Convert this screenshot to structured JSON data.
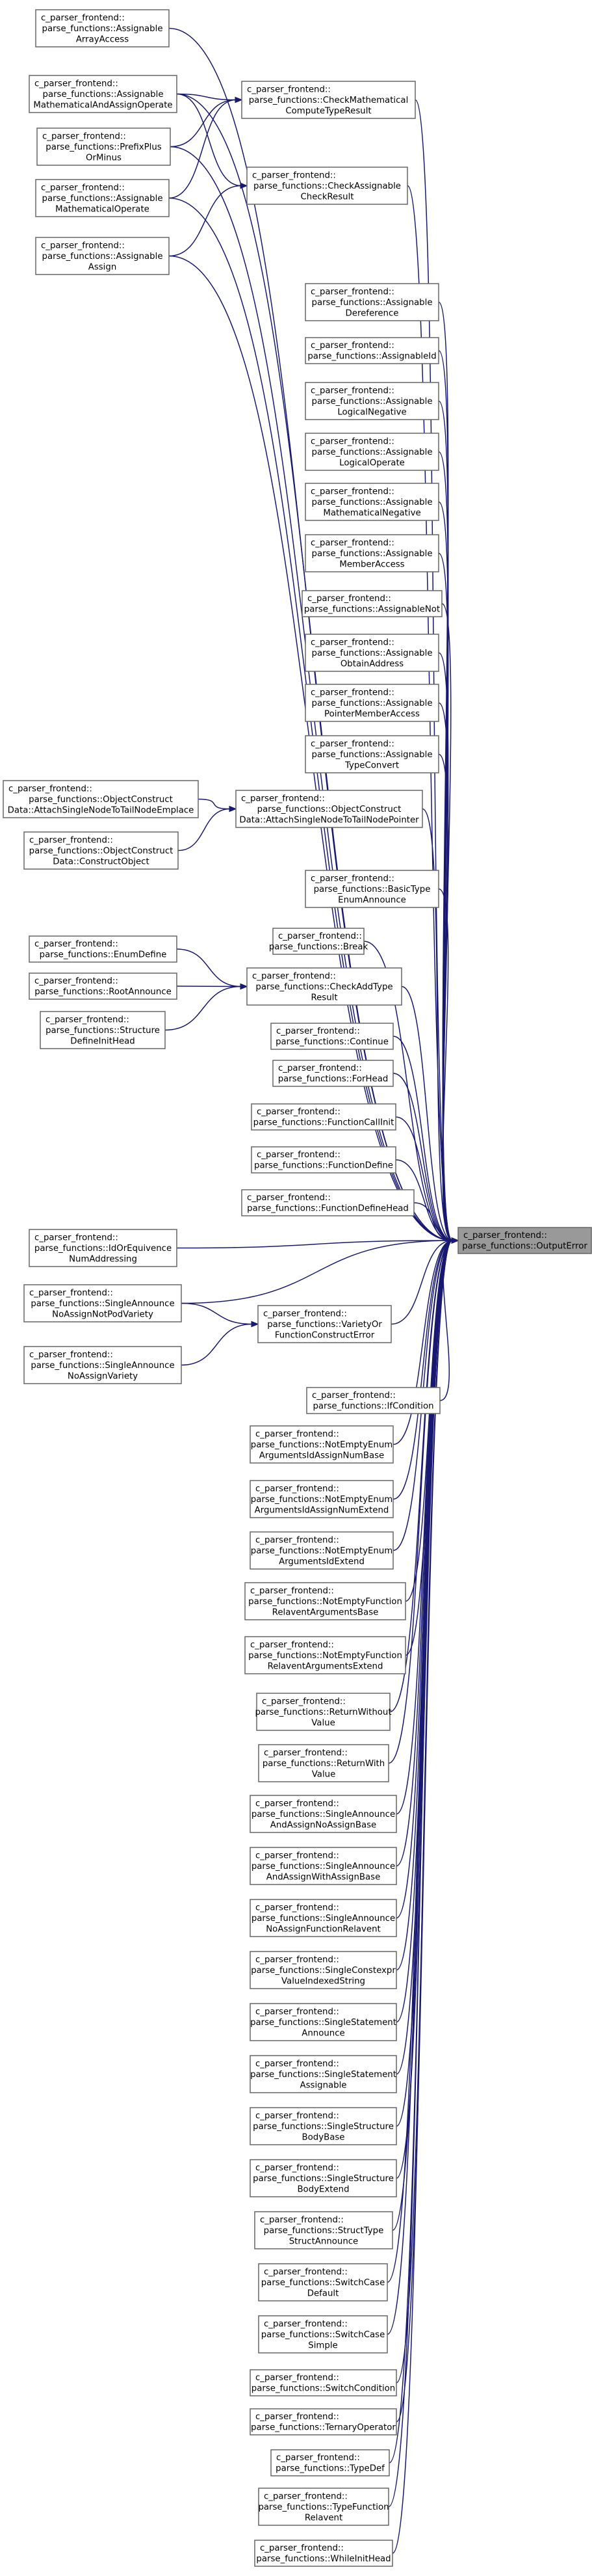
{
  "graph": {
    "nodes": [
      {
        "id": "assignable_array_access",
        "lines": [
          "c_parser_frontend::",
          "parse_functions::Assignable",
          "ArrayAccess"
        ],
        "border": "#666666"
      },
      {
        "id": "assignable_math_and_assign",
        "lines": [
          "c_parser_frontend::",
          "parse_functions::Assignable",
          "MathematicalAndAssignOperate"
        ],
        "border": "#666666"
      },
      {
        "id": "prefix_plus_or_minus",
        "lines": [
          "c_parser_frontend::",
          "parse_functions::PrefixPlus",
          "OrMinus"
        ],
        "border": "#ff0000"
      },
      {
        "id": "assignable_math_operate",
        "lines": [
          "c_parser_frontend::",
          "parse_functions::Assignable",
          "MathematicalOperate"
        ],
        "border": "#666666"
      },
      {
        "id": "assignable_assign",
        "lines": [
          "c_parser_frontend::",
          "parse_functions::Assignable",
          "Assign"
        ],
        "border": "#666666"
      },
      {
        "id": "check_math_compute_type",
        "lines": [
          "c_parser_frontend::",
          "parse_functions::CheckMathematical",
          "ComputeTypeResult"
        ],
        "border": "#666666"
      },
      {
        "id": "check_assignable_check",
        "lines": [
          "c_parser_frontend::",
          "parse_functions::CheckAssignable",
          "CheckResult"
        ],
        "border": "#ff0000"
      },
      {
        "id": "assignable_dereference",
        "lines": [
          "c_parser_frontend::",
          "parse_functions::Assignable",
          "Dereference"
        ],
        "border": "#666666"
      },
      {
        "id": "assignable_id",
        "lines": [
          "c_parser_frontend::",
          "parse_functions::AssignableId"
        ],
        "border": "#666666"
      },
      {
        "id": "assignable_logical_negative",
        "lines": [
          "c_parser_frontend::",
          "parse_functions::Assignable",
          "LogicalNegative"
        ],
        "border": "#666666"
      },
      {
        "id": "assignable_logical_operate",
        "lines": [
          "c_parser_frontend::",
          "parse_functions::Assignable",
          "LogicalOperate"
        ],
        "border": "#666666"
      },
      {
        "id": "assignable_math_negative",
        "lines": [
          "c_parser_frontend::",
          "parse_functions::Assignable",
          "MathematicalNegative"
        ],
        "border": "#666666"
      },
      {
        "id": "assignable_member_access",
        "lines": [
          "c_parser_frontend::",
          "parse_functions::Assignable",
          "MemberAccess"
        ],
        "border": "#666666"
      },
      {
        "id": "assignable_not",
        "lines": [
          "c_parser_frontend::",
          "parse_functions::AssignableNot"
        ],
        "border": "#666666"
      },
      {
        "id": "assignable_obtain_address",
        "lines": [
          "c_parser_frontend::",
          "parse_functions::Assignable",
          "ObtainAddress"
        ],
        "border": "#666666"
      },
      {
        "id": "assignable_pointer_member_access",
        "lines": [
          "c_parser_frontend::",
          "parse_functions::Assignable",
          "PointerMemberAccess"
        ],
        "border": "#666666"
      },
      {
        "id": "assignable_type_convert",
        "lines": [
          "c_parser_frontend::",
          "parse_functions::Assignable",
          "TypeConvert"
        ],
        "border": "#666666"
      },
      {
        "id": "object_construct_emplace",
        "lines": [
          "c_parser_frontend::",
          "parse_functions::ObjectConstruct",
          "Data::AttachSingleNodeToTailNodeEmplace"
        ],
        "border": "#666666"
      },
      {
        "id": "object_construct_construct",
        "lines": [
          "c_parser_frontend::",
          "parse_functions::ObjectConstruct",
          "Data::ConstructObject"
        ],
        "border": "#666666"
      },
      {
        "id": "object_construct_pointer",
        "lines": [
          "c_parser_frontend::",
          "parse_functions::ObjectConstruct",
          "Data::AttachSingleNodeToTailNodePointer"
        ],
        "border": "#666666"
      },
      {
        "id": "basic_type_enum_announce",
        "lines": [
          "c_parser_frontend::",
          "parse_functions::BasicType",
          "EnumAnnounce"
        ],
        "border": "#666666"
      },
      {
        "id": "break",
        "lines": [
          "c_parser_frontend::",
          "parse_functions::Break"
        ],
        "border": "#666666"
      },
      {
        "id": "enum_define",
        "lines": [
          "c_parser_frontend::",
          "parse_functions::EnumDefine"
        ],
        "border": "#666666"
      },
      {
        "id": "root_announce",
        "lines": [
          "c_parser_frontend::",
          "parse_functions::RootAnnounce"
        ],
        "border": "#666666"
      },
      {
        "id": "structure_define_init_head",
        "lines": [
          "c_parser_frontend::",
          "parse_functions::Structure",
          "DefineInitHead"
        ],
        "border": "#666666"
      },
      {
        "id": "check_add_type_result",
        "lines": [
          "c_parser_frontend::",
          "parse_functions::CheckAddType",
          "Result"
        ],
        "border": "#666666"
      },
      {
        "id": "continue",
        "lines": [
          "c_parser_frontend::",
          "parse_functions::Continue"
        ],
        "border": "#666666"
      },
      {
        "id": "for_head",
        "lines": [
          "c_parser_frontend::",
          "parse_functions::ForHead"
        ],
        "border": "#666666"
      },
      {
        "id": "function_call_init",
        "lines": [
          "c_parser_frontend::",
          "parse_functions::FunctionCallInit"
        ],
        "border": "#666666"
      },
      {
        "id": "function_define",
        "lines": [
          "c_parser_frontend::",
          "parse_functions::FunctionDefine"
        ],
        "border": "#666666"
      },
      {
        "id": "function_define_head",
        "lines": [
          "c_parser_frontend::",
          "parse_functions::FunctionDefineHead"
        ],
        "border": "#666666"
      },
      {
        "id": "output_error",
        "lines": [
          "c_parser_frontend::",
          "parse_functions::OutputError"
        ],
        "border": "#666666",
        "focus": true
      },
      {
        "id": "id_or_equivence_num",
        "lines": [
          "c_parser_frontend::",
          "parse_functions::IdOrEquivence",
          "NumAddressing"
        ],
        "border": "#ff0000"
      },
      {
        "id": "single_announce_no_assign_not_pod",
        "lines": [
          "c_parser_frontend::",
          "parse_functions::SingleAnnounce",
          "NoAssignNotPodVariety"
        ],
        "border": "#666666"
      },
      {
        "id": "single_announce_no_assign_variety",
        "lines": [
          "c_parser_frontend::",
          "parse_functions::SingleAnnounce",
          "NoAssignVariety"
        ],
        "border": "#666666"
      },
      {
        "id": "variety_or_function_construct_error",
        "lines": [
          "c_parser_frontend::",
          "parse_functions::VarietyOr",
          "FunctionConstructError"
        ],
        "border": "#ff0000"
      },
      {
        "id": "if_condition",
        "lines": [
          "c_parser_frontend::",
          "parse_functions::IfCondition"
        ],
        "border": "#666666"
      },
      {
        "id": "not_empty_enum_base",
        "lines": [
          "c_parser_frontend::",
          "parse_functions::NotEmptyEnum",
          "ArgumentsIdAssignNumBase"
        ],
        "border": "#666666"
      },
      {
        "id": "not_empty_enum_num_extend",
        "lines": [
          "c_parser_frontend::",
          "parse_functions::NotEmptyEnum",
          "ArgumentsIdAssignNumExtend"
        ],
        "border": "#666666"
      },
      {
        "id": "not_empty_enum_id_extend",
        "lines": [
          "c_parser_frontend::",
          "parse_functions::NotEmptyEnum",
          "ArgumentsIdExtend"
        ],
        "border": "#666666"
      },
      {
        "id": "not_empty_function_base",
        "lines": [
          "c_parser_frontend::",
          "parse_functions::NotEmptyFunction",
          "RelaventArgumentsBase"
        ],
        "border": "#ff0000"
      },
      {
        "id": "not_empty_function_extend",
        "lines": [
          "c_parser_frontend::",
          "parse_functions::NotEmptyFunction",
          "RelaventArgumentsExtend"
        ],
        "border": "#ff0000"
      },
      {
        "id": "return_without_value",
        "lines": [
          "c_parser_frontend::",
          "parse_functions::ReturnWithout",
          "Value"
        ],
        "border": "#666666"
      },
      {
        "id": "return_with_value",
        "lines": [
          "c_parser_frontend::",
          "parse_functions::ReturnWith",
          "Value"
        ],
        "border": "#666666"
      },
      {
        "id": "single_announce_no_assign_base",
        "lines": [
          "c_parser_frontend::",
          "parse_functions::SingleAnnounce",
          "AndAssignNoAssignBase"
        ],
        "border": "#666666"
      },
      {
        "id": "single_announce_with_assign_base",
        "lines": [
          "c_parser_frontend::",
          "parse_functions::SingleAnnounce",
          "AndAssignWithAssignBase"
        ],
        "border": "#666666"
      },
      {
        "id": "single_announce_function_relavent",
        "lines": [
          "c_parser_frontend::",
          "parse_functions::SingleAnnounce",
          "NoAssignFunctionRelavent"
        ],
        "border": "#666666"
      },
      {
        "id": "single_constexpr_indexed_string",
        "lines": [
          "c_parser_frontend::",
          "parse_functions::SingleConstexpr",
          "ValueIndexedString"
        ],
        "border": "#666666"
      },
      {
        "id": "single_statement_announce",
        "lines": [
          "c_parser_frontend::",
          "parse_functions::SingleStatement",
          "Announce"
        ],
        "border": "#666666"
      },
      {
        "id": "single_statement_assignable",
        "lines": [
          "c_parser_frontend::",
          "parse_functions::SingleStatement",
          "Assignable"
        ],
        "border": "#666666"
      },
      {
        "id": "single_structure_body_base",
        "lines": [
          "c_parser_frontend::",
          "parse_functions::SingleStructure",
          "BodyBase"
        ],
        "border": "#666666"
      },
      {
        "id": "single_structure_body_extend",
        "lines": [
          "c_parser_frontend::",
          "parse_functions::SingleStructure",
          "BodyExtend"
        ],
        "border": "#666666"
      },
      {
        "id": "struct_type_struct_announce",
        "lines": [
          "c_parser_frontend::",
          "parse_functions::StructType",
          "StructAnnounce"
        ],
        "border": "#666666"
      },
      {
        "id": "switch_case_default",
        "lines": [
          "c_parser_frontend::",
          "parse_functions::SwitchCase",
          "Default"
        ],
        "border": "#666666"
      },
      {
        "id": "switch_case_simple",
        "lines": [
          "c_parser_frontend::",
          "parse_functions::SwitchCase",
          "Simple"
        ],
        "border": "#666666"
      },
      {
        "id": "switch_condition",
        "lines": [
          "c_parser_frontend::",
          "parse_functions::SwitchCondition"
        ],
        "border": "#666666"
      },
      {
        "id": "ternary_operator",
        "lines": [
          "c_parser_frontend::",
          "parse_functions::TernaryOperator"
        ],
        "border": "#666666"
      },
      {
        "id": "type_def",
        "lines": [
          "c_parser_frontend::",
          "parse_functions::TypeDef"
        ],
        "border": "#666666"
      },
      {
        "id": "type_function_relavent",
        "lines": [
          "c_parser_frontend::",
          "parse_functions::TypeFunction",
          "Relavent"
        ],
        "border": "#666666"
      },
      {
        "id": "while_init_head",
        "lines": [
          "c_parser_frontend::",
          "parse_functions::WhileInitHead"
        ],
        "border": "#666666"
      }
    ],
    "edges": [
      {
        "from": "assignable_math_and_assign",
        "to": "check_math_compute_type"
      },
      {
        "from": "assignable_math_and_assign",
        "to": "check_assignable_check"
      },
      {
        "from": "prefix_plus_or_minus",
        "to": "check_math_compute_type"
      },
      {
        "from": "assignable_math_operate",
        "to": "check_math_compute_type"
      },
      {
        "from": "assignable_assign",
        "to": "check_assignable_check"
      },
      {
        "from": "object_construct_emplace",
        "to": "object_construct_pointer"
      },
      {
        "from": "object_construct_construct",
        "to": "object_construct_pointer"
      },
      {
        "from": "enum_define",
        "to": "check_add_type_result"
      },
      {
        "from": "root_announce",
        "to": "check_add_type_result"
      },
      {
        "from": "structure_define_init_head",
        "to": "check_add_type_result"
      },
      {
        "from": "single_announce_no_assign_not_pod",
        "to": "variety_or_function_construct_error"
      },
      {
        "from": "single_announce_no_assign_variety",
        "to": "variety_or_function_construct_error"
      },
      {
        "from": "assignable_array_access",
        "to": "output_error"
      },
      {
        "from": "assignable_math_and_assign",
        "to": "output_error"
      },
      {
        "from": "prefix_plus_or_minus",
        "to": "output_error"
      },
      {
        "from": "assignable_math_operate",
        "to": "output_error"
      },
      {
        "from": "assignable_assign",
        "to": "output_error"
      },
      {
        "from": "check_math_compute_type",
        "to": "output_error"
      },
      {
        "from": "check_assignable_check",
        "to": "output_error"
      },
      {
        "from": "assignable_dereference",
        "to": "output_error"
      },
      {
        "from": "assignable_id",
        "to": "output_error"
      },
      {
        "from": "assignable_logical_negative",
        "to": "output_error"
      },
      {
        "from": "assignable_logical_operate",
        "to": "output_error"
      },
      {
        "from": "assignable_math_negative",
        "to": "output_error"
      },
      {
        "from": "assignable_member_access",
        "to": "output_error"
      },
      {
        "from": "assignable_not",
        "to": "output_error"
      },
      {
        "from": "assignable_obtain_address",
        "to": "output_error"
      },
      {
        "from": "assignable_pointer_member_access",
        "to": "output_error"
      },
      {
        "from": "assignable_type_convert",
        "to": "output_error"
      },
      {
        "from": "object_construct_pointer",
        "to": "output_error"
      },
      {
        "from": "basic_type_enum_announce",
        "to": "output_error"
      },
      {
        "from": "break",
        "to": "output_error"
      },
      {
        "from": "check_add_type_result",
        "to": "output_error"
      },
      {
        "from": "continue",
        "to": "output_error"
      },
      {
        "from": "for_head",
        "to": "output_error"
      },
      {
        "from": "function_call_init",
        "to": "output_error"
      },
      {
        "from": "function_define",
        "to": "output_error"
      },
      {
        "from": "function_define_head",
        "to": "output_error"
      },
      {
        "from": "id_or_equivence_num",
        "to": "output_error"
      },
      {
        "from": "single_announce_no_assign_not_pod",
        "to": "output_error"
      },
      {
        "from": "variety_or_function_construct_error",
        "to": "output_error"
      },
      {
        "from": "if_condition",
        "to": "output_error"
      },
      {
        "from": "not_empty_enum_base",
        "to": "output_error"
      },
      {
        "from": "not_empty_enum_num_extend",
        "to": "output_error"
      },
      {
        "from": "not_empty_enum_id_extend",
        "to": "output_error"
      },
      {
        "from": "not_empty_function_base",
        "to": "output_error"
      },
      {
        "from": "not_empty_function_extend",
        "to": "output_error"
      },
      {
        "from": "return_without_value",
        "to": "output_error"
      },
      {
        "from": "return_with_value",
        "to": "output_error"
      },
      {
        "from": "single_announce_no_assign_base",
        "to": "output_error"
      },
      {
        "from": "single_announce_with_assign_base",
        "to": "output_error"
      },
      {
        "from": "single_announce_function_relavent",
        "to": "output_error"
      },
      {
        "from": "single_constexpr_indexed_string",
        "to": "output_error"
      },
      {
        "from": "single_statement_announce",
        "to": "output_error"
      },
      {
        "from": "single_statement_assignable",
        "to": "output_error"
      },
      {
        "from": "single_structure_body_base",
        "to": "output_error"
      },
      {
        "from": "single_structure_body_extend",
        "to": "output_error"
      },
      {
        "from": "struct_type_struct_announce",
        "to": "output_error"
      },
      {
        "from": "switch_case_default",
        "to": "output_error"
      },
      {
        "from": "switch_case_simple",
        "to": "output_error"
      },
      {
        "from": "switch_condition",
        "to": "output_error"
      },
      {
        "from": "ternary_operator",
        "to": "output_error"
      },
      {
        "from": "type_def",
        "to": "output_error"
      },
      {
        "from": "type_function_relavent",
        "to": "output_error"
      },
      {
        "from": "while_init_head",
        "to": "output_error"
      }
    ]
  }
}
